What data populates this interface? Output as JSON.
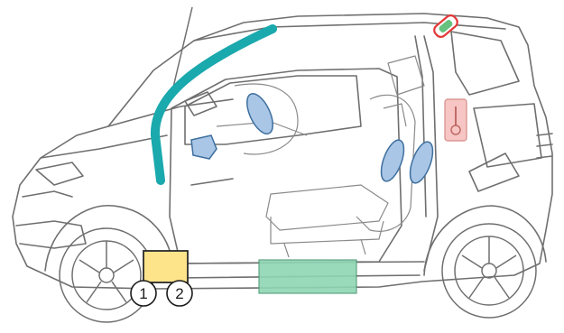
{
  "diagram": {
    "callouts": [
      {
        "id": "callout-1",
        "label": "1"
      },
      {
        "id": "callout-2",
        "label": "2"
      }
    ],
    "colors": {
      "outline": "#6f6f6f",
      "window-airbag-strip": "#1aa9ad",
      "airbag-blue": "#a9c6e6",
      "airbag-blue-stroke": "#3e6f9e",
      "control-unit-yellow": "#fde48a",
      "sill-sensor-green": "#8fd6b4",
      "seatbelt-pink": "#f7c6c4",
      "roof-sensor-red": "#e23a3a",
      "roof-sensor-green": "#67c17f"
    },
    "components": [
      "window-curtain-airbag",
      "driver-airbag",
      "knee-pad-airbag",
      "front-seat-side-airbag",
      "rear-seat-side-airbag",
      "seatbelt-tensioner",
      "roof-crash-sensor",
      "control-unit",
      "side-sill-sensor"
    ]
  }
}
